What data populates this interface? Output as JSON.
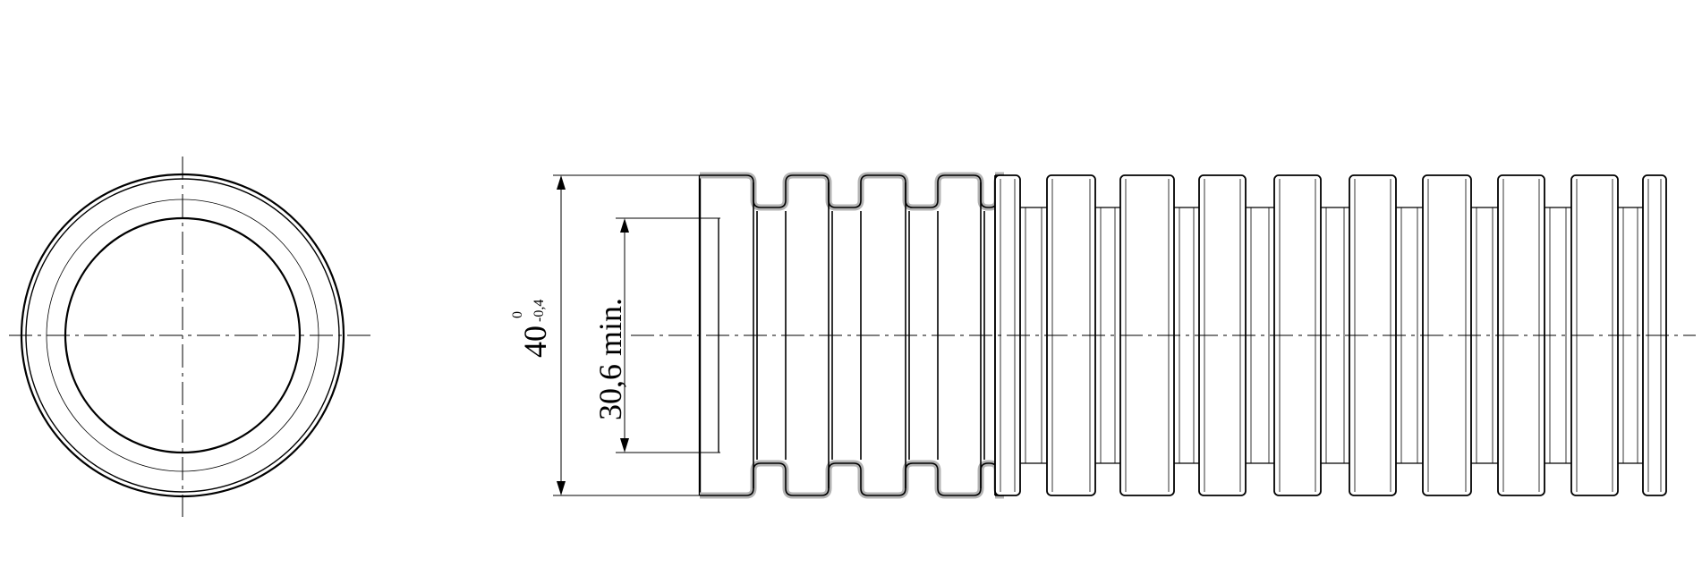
{
  "drawing": {
    "outer_diameter": "40",
    "tolerance_upper": "0",
    "tolerance_lower": "-0,4",
    "inner_diameter": "30,6 min."
  },
  "colors": {
    "line": "#000000",
    "wall_fill": "#b4b4b4",
    "background": "#ffffff"
  }
}
